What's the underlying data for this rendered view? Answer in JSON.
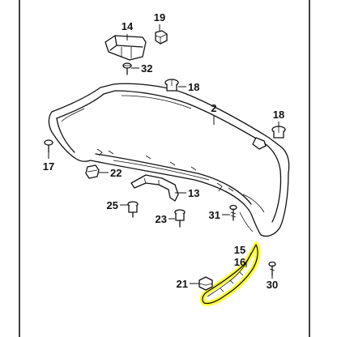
{
  "callouts": {
    "c14": "14",
    "c19": "19",
    "c32": "32",
    "c18a": "18",
    "c2": "2",
    "c18b": "18",
    "c17": "17",
    "c22": "22",
    "c13": "13",
    "c25": "25",
    "c23": "23",
    "c31": "31",
    "c15": "15",
    "c16": "16",
    "c21": "21",
    "c30": "30"
  },
  "colors": {
    "line": "#111111",
    "highlight": "#ffff33",
    "frame_border": "#000000"
  }
}
